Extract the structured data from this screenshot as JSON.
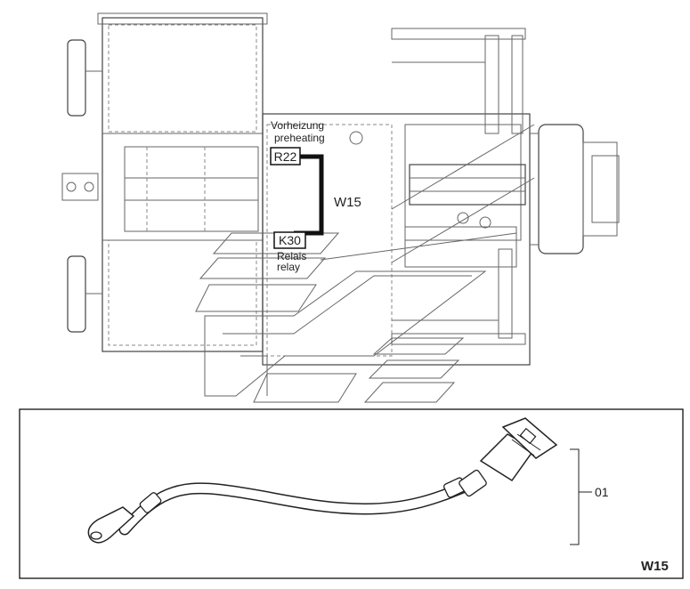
{
  "labels": {
    "vorheizung": "Vorheizung",
    "preheating": "preheating",
    "r22": "R22",
    "k30": "K30",
    "relais": "Relais",
    "relay": "relay",
    "w15_wire": "W15",
    "part_number": "01",
    "w15_title": "W15"
  },
  "colors": {
    "line": "#444444",
    "harness": "#111111",
    "background": "#ffffff"
  }
}
